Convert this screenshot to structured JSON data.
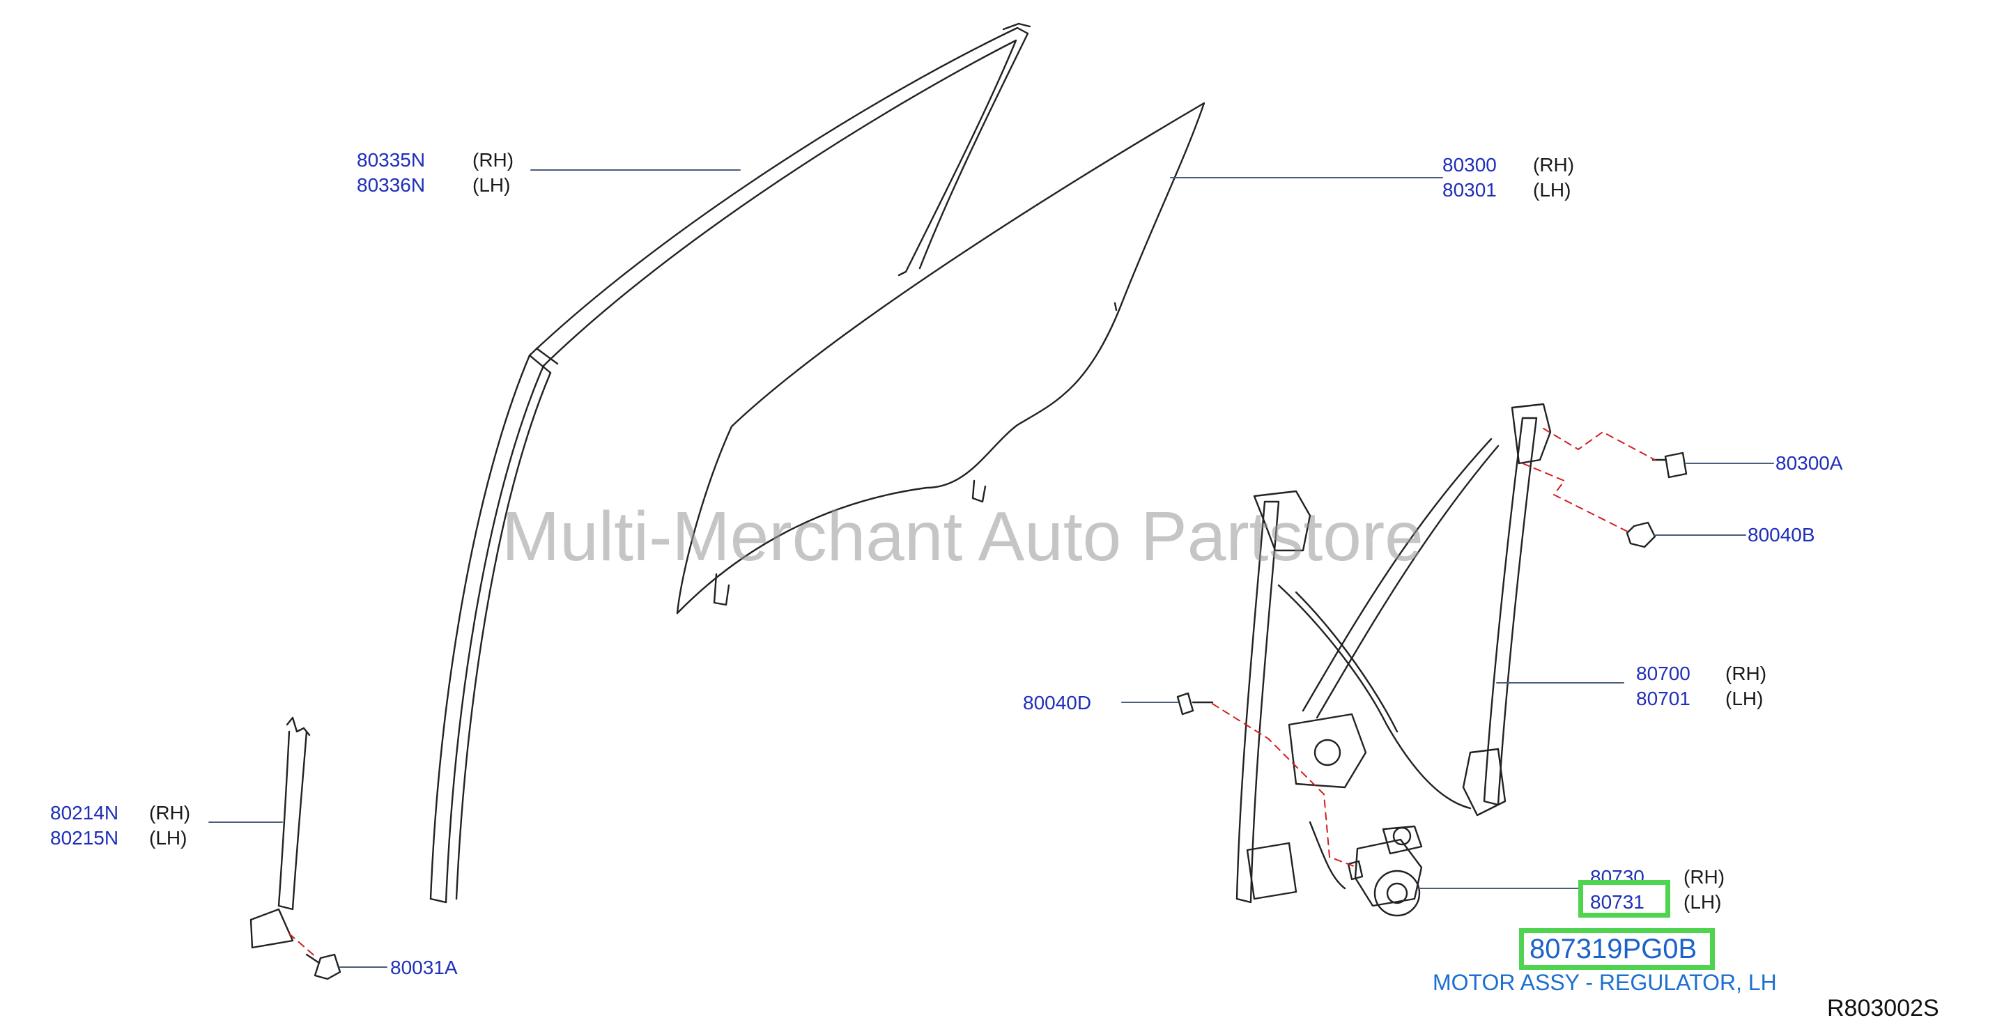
{
  "watermark": "Multi-Merchant Auto Partstore",
  "diagram_code": "R803002S",
  "callouts": {
    "sash": {
      "rh": "80335N",
      "rh_side": "(RH)",
      "lh": "80336N",
      "lh_side": "(LH)"
    },
    "glass": {
      "rh": "80300",
      "rh_side": "(RH)",
      "lh": "80301",
      "lh_side": "(LH)"
    },
    "bolt_a": {
      "pn": "80300A"
    },
    "bolt_b": {
      "pn": "80040B"
    },
    "regulator": {
      "rh": "80700",
      "rh_side": "(RH)",
      "lh": "80701",
      "lh_side": "(LH)"
    },
    "bolt_d": {
      "pn": "80040D"
    },
    "moulding": {
      "rh": "80214N",
      "rh_side": "(RH)",
      "lh": "80215N",
      "lh_side": "(LH)"
    },
    "clip": {
      "pn": "80031A"
    },
    "motor": {
      "rh": "80730",
      "rh_side": "(RH)",
      "lh": "80731",
      "lh_side": "(LH)"
    }
  },
  "highlight": {
    "part_number": "807319PG0B",
    "description": "MOTOR ASSY - REGULATOR, LH"
  },
  "colors": {
    "part_number": "#1f2fb8",
    "highlight": "#4fd44f",
    "description": "#1a6fd0",
    "leader": "#4a5d7a",
    "dashed": "#d02020"
  }
}
